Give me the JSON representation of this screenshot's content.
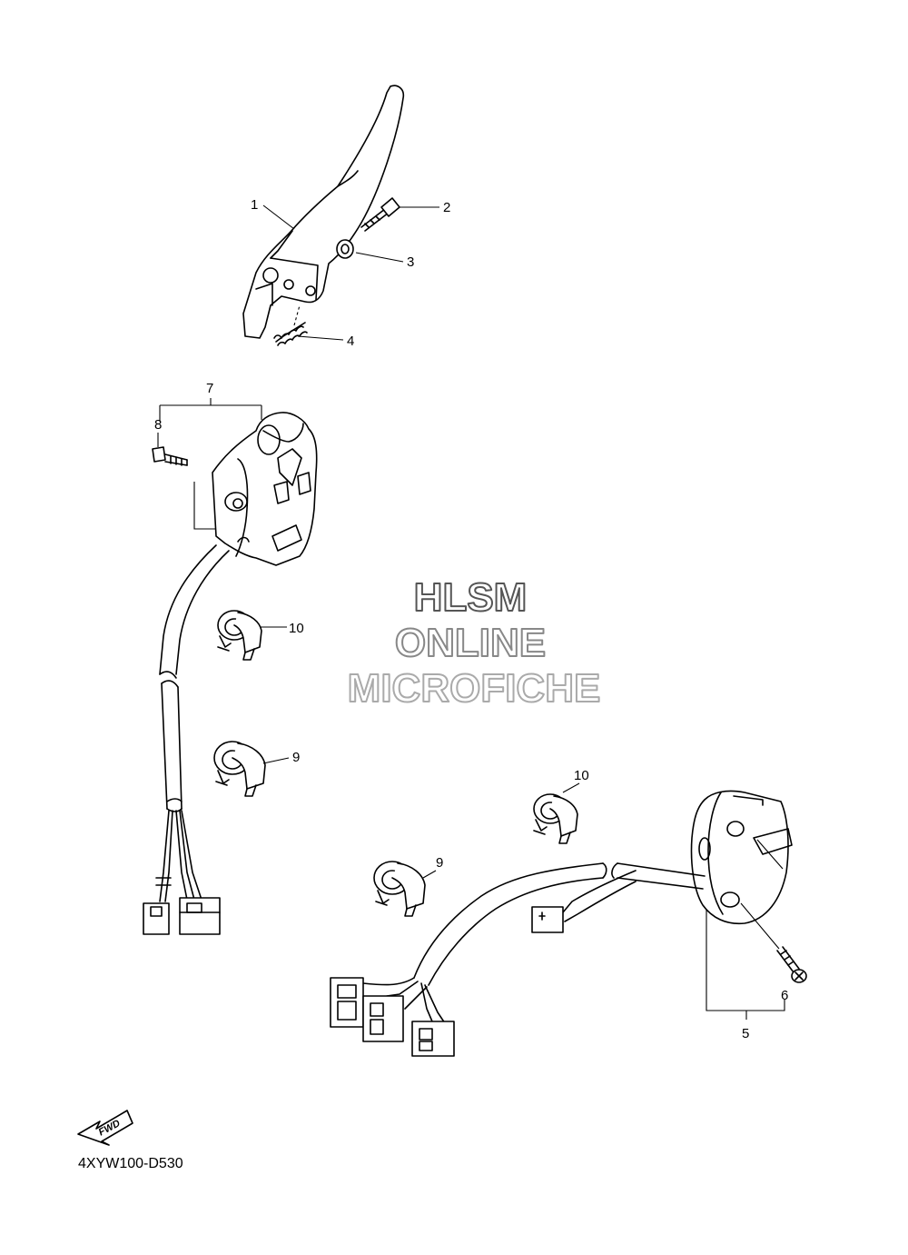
{
  "diagram": {
    "code": "4XYW100-D530",
    "fwd_label": "FWD",
    "callouts": {
      "c1": "1",
      "c2": "2",
      "c3": "3",
      "c4": "4",
      "c5": "5",
      "c6": "6",
      "c7": "7",
      "c8": "8",
      "c9a": "9",
      "c9b": "9",
      "c10a": "10",
      "c10b": "10"
    }
  },
  "watermark": {
    "line1": "HLSM",
    "line2": "ONLINE",
    "line3": "MICROFICHE",
    "colors": [
      "#555555",
      "#888888",
      "#aaaaaa"
    ]
  }
}
